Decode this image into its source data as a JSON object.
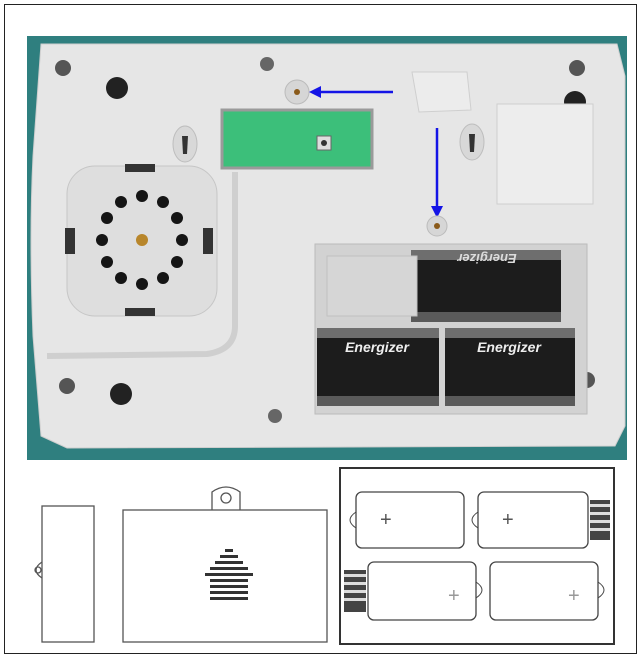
{
  "photo": {
    "background_color": "#2f7f7f",
    "housing_color": "#e4e4e4",
    "circuit_color": "#3cbf7a",
    "arrow_color": "#1414e6",
    "batteries": [
      {
        "brand": "Energizer",
        "position": "top",
        "rotated": true
      },
      {
        "brand": "Energizer",
        "position": "bottom-left",
        "rotated": false
      },
      {
        "brand": "Energizer",
        "position": "bottom-right",
        "rotated": false
      }
    ]
  },
  "diagrams": {
    "battery_symbols": [
      "+",
      "+",
      "+",
      "+"
    ]
  }
}
